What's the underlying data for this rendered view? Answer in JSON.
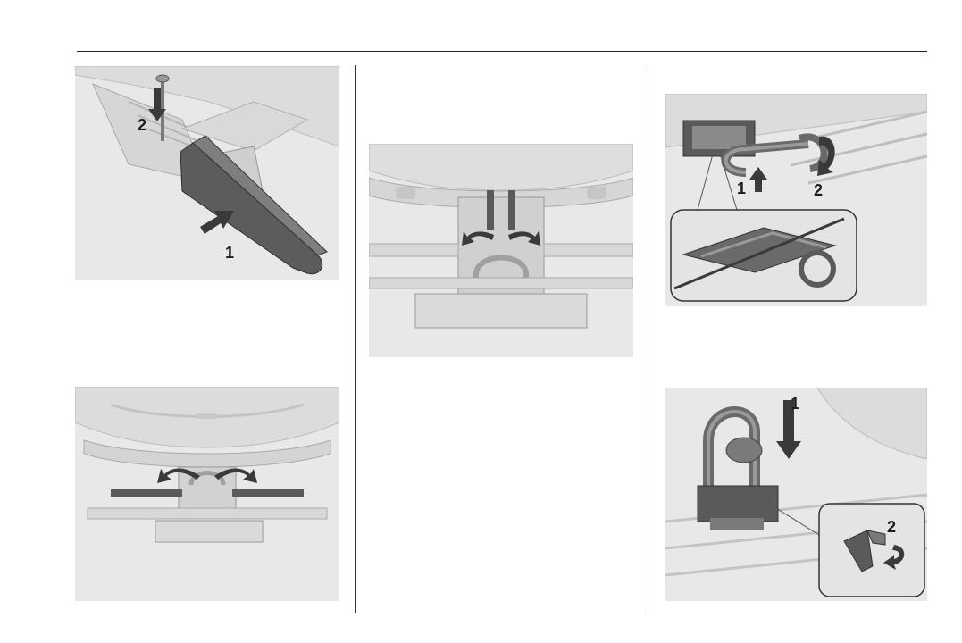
{
  "figures": [
    {
      "id": "fig-bar-insert",
      "callouts": [
        "1",
        "2"
      ]
    },
    {
      "id": "fig-rear-release-left",
      "callouts": []
    },
    {
      "id": "fig-rear-release-center",
      "callouts": []
    },
    {
      "id": "fig-lift-lock",
      "callouts": [
        "1",
        "2"
      ]
    },
    {
      "id": "fig-holder-press",
      "callouts": [
        "1",
        "2"
      ]
    }
  ],
  "colors": {
    "illustration_bg": "#e6e6e6",
    "part_fill": "#d2d2d2",
    "part_dark": "#5a5a5a",
    "arrow": "#3a3a3a",
    "rule": "#222222"
  }
}
